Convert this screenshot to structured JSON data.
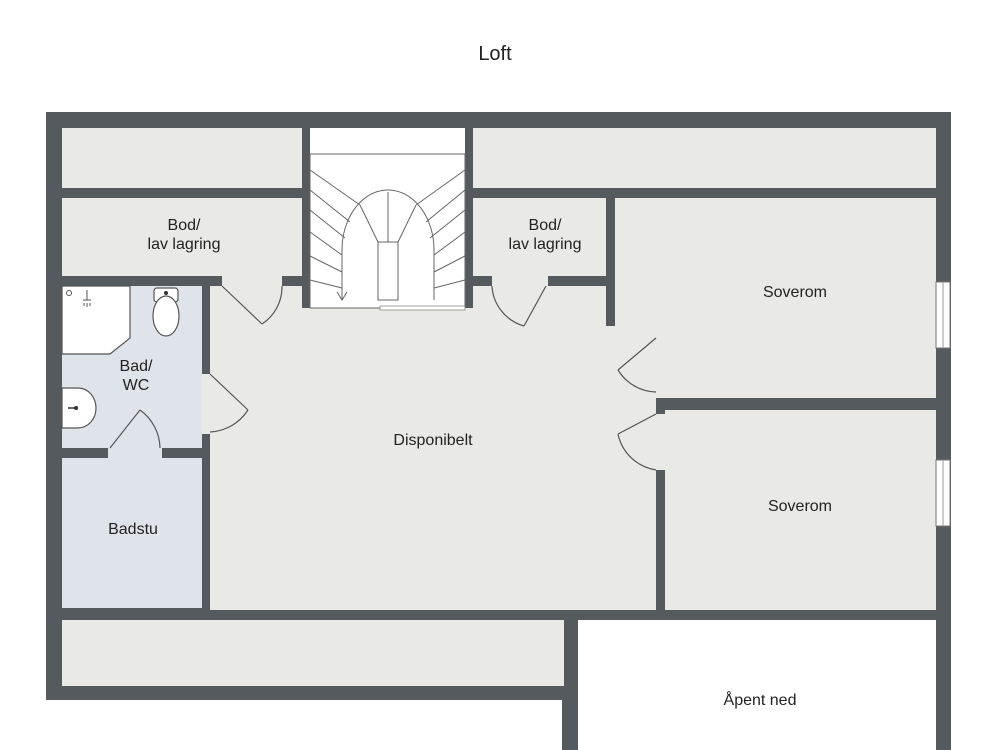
{
  "plan": {
    "title": "Loft",
    "rooms": {
      "bod_left": [
        "Bod/",
        "lav lagring"
      ],
      "bod_right": [
        "Bod/",
        "lav lagring"
      ],
      "bad_wc": [
        "Bad/",
        "WC"
      ],
      "badstu": "Badstu",
      "disponibelt": "Disponibelt",
      "soverom_1": "Soverom",
      "soverom_2": "Soverom",
      "apent_ned": "Åpent ned"
    }
  },
  "colors": {
    "wall": "#555a5f",
    "floor": "#e9eae5",
    "wet_floor": "#dfe3ea",
    "open": "#ffffff"
  }
}
